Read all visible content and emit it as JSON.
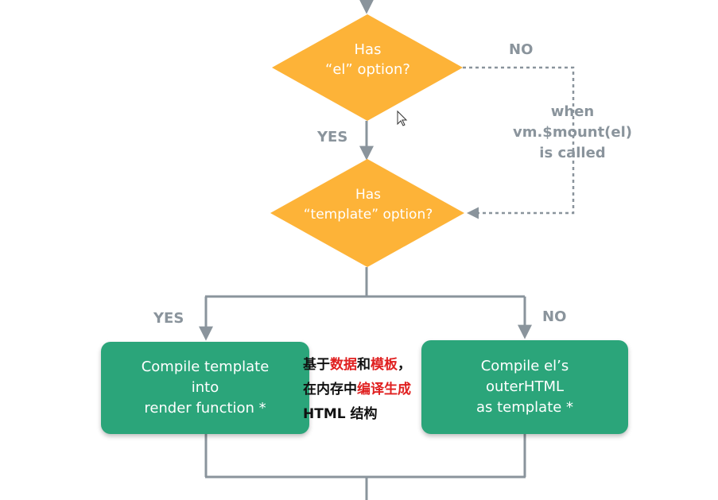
{
  "diagram": {
    "decision_el": {
      "line1": "Has",
      "line2": "“el” option?"
    },
    "decision_template": {
      "line1": "Has",
      "line2": "“template” option?"
    },
    "box_compile_template": {
      "line1": "Compile template",
      "line2": "into",
      "line3": "render function *"
    },
    "box_compile_el": {
      "line1": "Compile el’s",
      "line2": "outerHTML",
      "line3": "as template *"
    },
    "labels": {
      "no_top": "NO",
      "yes_mid": "YES",
      "yes_left": "YES",
      "no_right": "NO"
    },
    "mount_note": {
      "line1": "when",
      "line2": "vm.$mount(el)",
      "line3": "is called"
    },
    "annotation": {
      "l1_a": "基于",
      "l1_b": "数据",
      "l1_c": "和",
      "l1_d": "模板",
      "l1_e": "，",
      "l2_a": "在内存中",
      "l2_b": "编译生成",
      "l3": "HTML 结构"
    },
    "colors": {
      "decision": "#fdb338",
      "process": "#2ba57a",
      "connector": "#8a949c",
      "highlight": "#e02020"
    }
  }
}
